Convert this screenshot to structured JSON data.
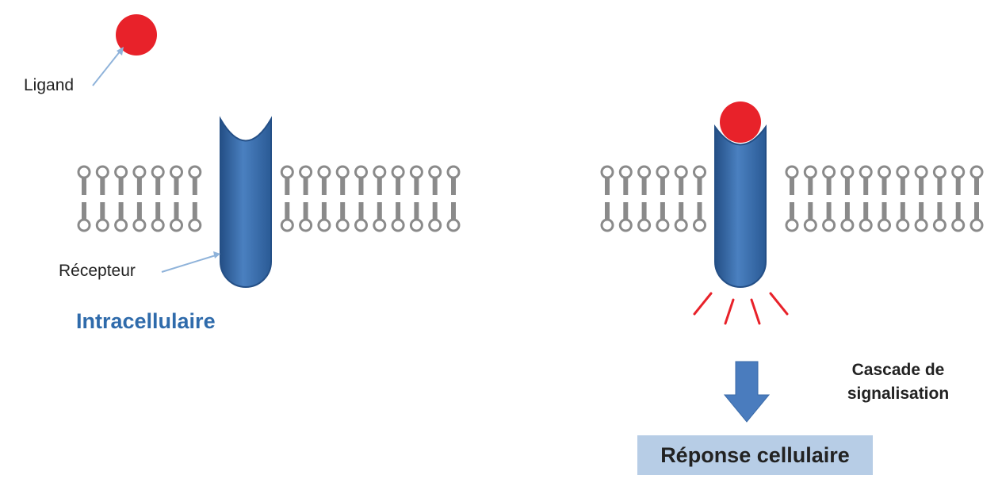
{
  "labels": {
    "ligand": "Ligand",
    "receptor": "Récepteur",
    "intracellular": "Intracellulaire",
    "cascade": "Cascade de signalisation",
    "response": "Réponse cellulaire"
  },
  "colors": {
    "ligand": "#e8222a",
    "receptor": "#3a6eae",
    "receptor_dark": "#244f86",
    "membrane": "#8a8a8a",
    "intracellular_text": "#2f6bab",
    "response_box": "#b7cde6",
    "arrow": "#4a7cbe",
    "signal_rays": "#e8222a"
  }
}
